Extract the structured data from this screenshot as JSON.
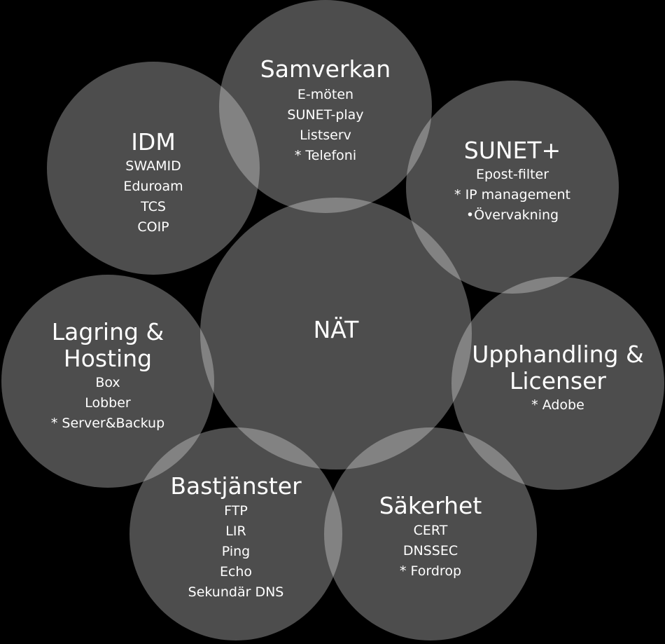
{
  "center": {
    "title": "NÄT"
  },
  "nodes": {
    "samverkan": {
      "title": "Samverkan",
      "items": [
        "E-möten",
        "SUNET-play",
        "Listserv",
        "* Telefoni"
      ]
    },
    "idm": {
      "title": "IDM",
      "items": [
        "SWAMID",
        "Eduroam",
        "TCS",
        "COIP"
      ]
    },
    "sunet_plus": {
      "title": "SUNET+",
      "items": [
        "Epost-filter",
        "* IP management",
        "•Övervakning"
      ]
    },
    "lagring": {
      "title_line1": "Lagring &",
      "title_line2": "Hosting",
      "items": [
        "Box",
        "Lobber",
        "* Server&Backup"
      ]
    },
    "upphandling": {
      "title_line1": "Upphandling &",
      "title_line2": "Licenser",
      "items": [
        "* Adobe"
      ]
    },
    "bastjanster": {
      "title": "Bastjänster",
      "items": [
        "FTP",
        "LIR",
        "Ping",
        "Echo",
        "Sekundär DNS"
      ]
    },
    "sakerhet": {
      "title": "Säkerhet",
      "items": [
        "CERT",
        "DNSSEC",
        "* Fordrop"
      ]
    }
  }
}
